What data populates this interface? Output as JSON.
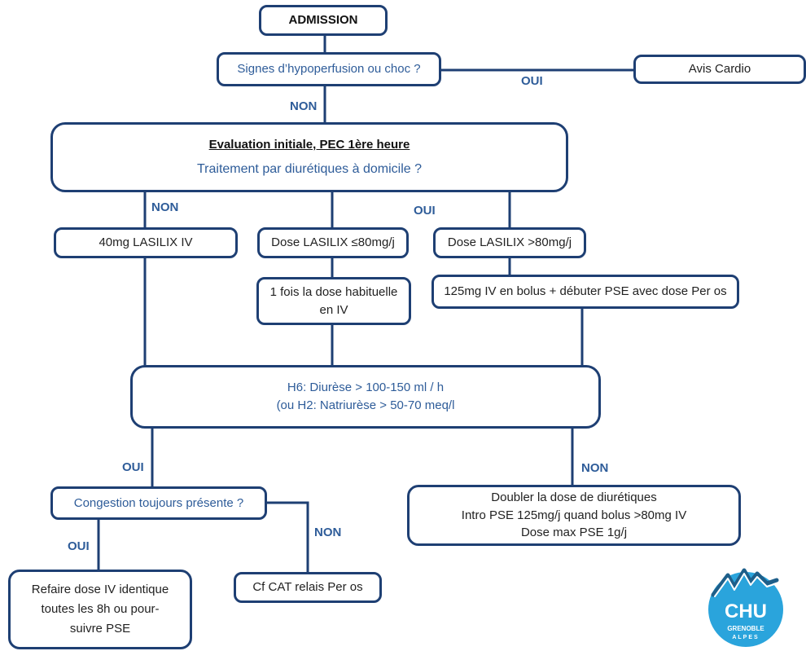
{
  "colors": {
    "line": "#1e3f73",
    "label": "#2e5c99",
    "logo_blue": "#2aa4dc"
  },
  "nodes": {
    "admission": "ADMISSION",
    "hypoperfusion": "Signes d’hypoperfusion ou choc ?",
    "avis_cardio": "Avis Cardio",
    "evaluation_title": "Evaluation initiale, PEC 1ère heure",
    "evaluation_question": "Traitement par diurétiques à domicile ?",
    "lasilix_40": "40mg LASILIX IV",
    "dose_le_80": "Dose LASILIX ≤80mg/j",
    "dose_gt_80": "Dose LASILIX >80mg/j",
    "dose_habituelle_line1": "1 fois la dose habituelle",
    "dose_habituelle_line2": "en IV",
    "bolus_125": "125mg IV en bolus + débuter PSE avec dose Per os",
    "h6_line1": "H6: Diurèse > 100-150 ml / h",
    "h6_line2": "(ou H2: Natriurèse > 50-70 meq/l",
    "congestion": "Congestion toujours présente ?",
    "doubler_line1": "Doubler la dose de diurétiques",
    "doubler_line2": "Intro PSE 125mg/j quand bolus >80mg IV",
    "doubler_line3": "Dose max PSE 1g/j",
    "refaire_line1": "Refaire dose IV identique",
    "refaire_line2": "toutes les 8h ou pour-",
    "refaire_line3": "suivre PSE",
    "cf_cat": "Cf CAT relais Per os"
  },
  "labels": {
    "oui_cardio": "OUI",
    "non_eval": "NON",
    "non_left": "NON",
    "oui_mid": "OUI",
    "oui_h6": "OUI",
    "non_h6": "NON",
    "oui_cong": "OUI",
    "non_cong": "NON"
  },
  "logo": {
    "text": "CHU",
    "sub1": "GRENOBLE",
    "sub2": "ALPES"
  }
}
